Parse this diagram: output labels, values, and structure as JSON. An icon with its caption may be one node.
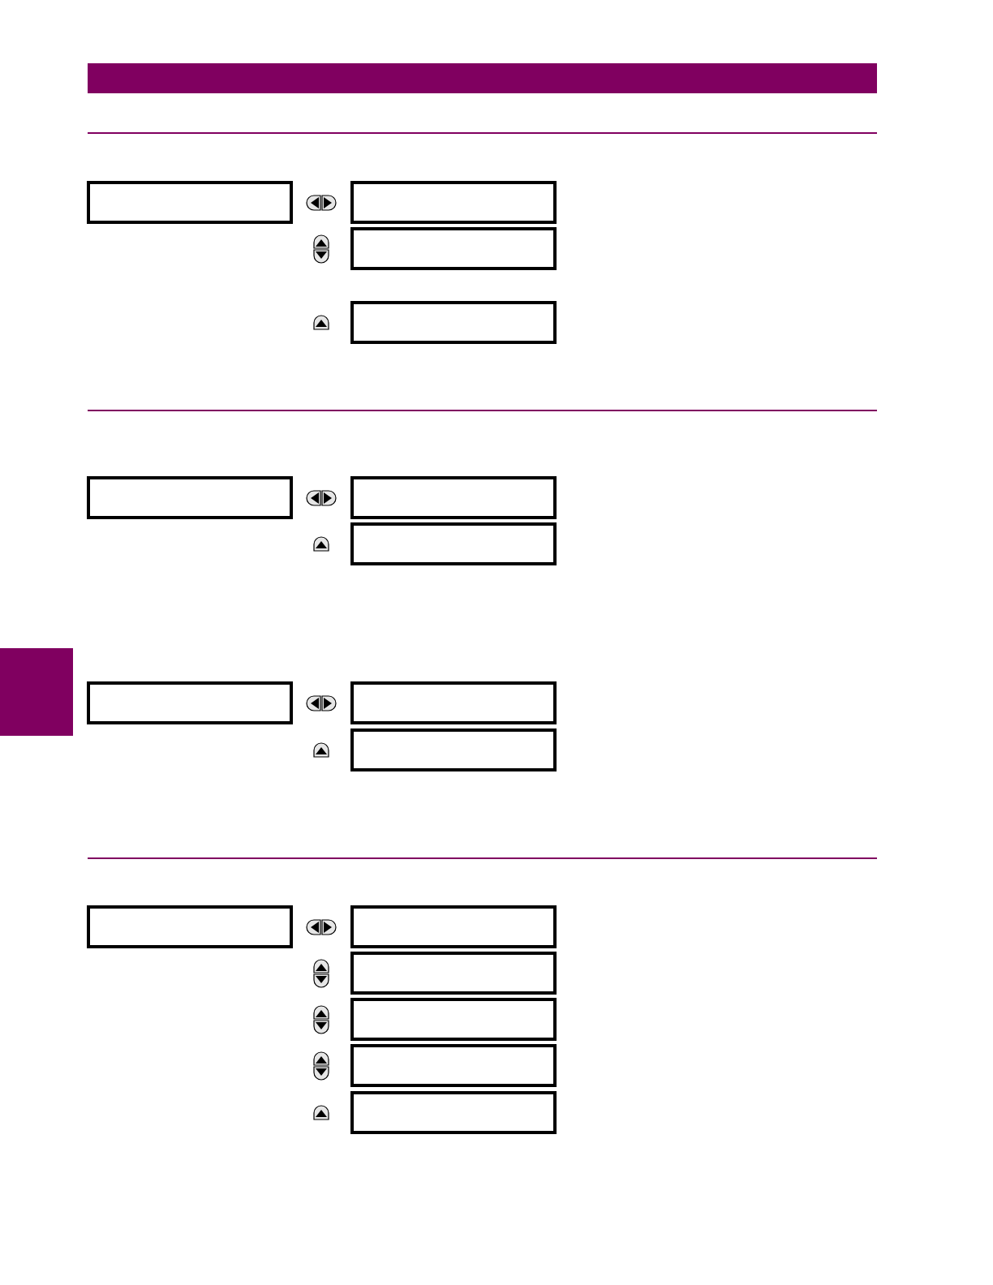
{
  "diagram": {
    "nodes": [
      {
        "text": [],
        "shape": "box"
      },
      {
        "text": [],
        "shape": "box"
      },
      {
        "text": [],
        "shape": "box"
      },
      {
        "text": [],
        "shape": "box"
      },
      {
        "text": [],
        "shape": "box"
      },
      {
        "text": [],
        "shape": "box"
      },
      {
        "text": [],
        "shape": "box"
      },
      {
        "text": [],
        "shape": "bar"
      },
      {
        "text": [],
        "shape": "box"
      },
      {
        "text": [],
        "shape": "box"
      },
      {
        "text": [],
        "shape": "box"
      },
      {
        "text": [],
        "shape": "box"
      },
      {
        "text": [],
        "shape": "box"
      },
      {
        "text": [],
        "shape": "box"
      },
      {
        "text": [],
        "shape": "box"
      },
      {
        "text": [],
        "shape": "box"
      },
      {
        "text": [],
        "shape": "box"
      }
    ]
  }
}
